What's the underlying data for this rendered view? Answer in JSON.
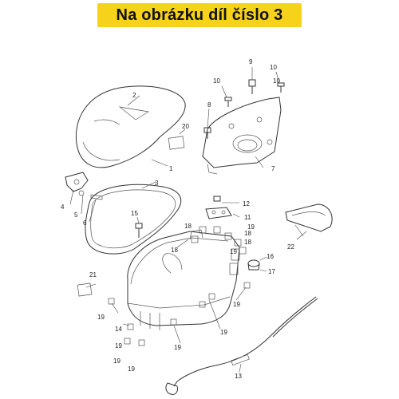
{
  "header": {
    "title": "Na obrázku díl číslo 3",
    "background": "#f7d21b"
  },
  "callouts": [
    {
      "id": "c9",
      "text": "9"
    },
    {
      "id": "c10a",
      "text": "10"
    },
    {
      "id": "c10b",
      "text": "10"
    },
    {
      "id": "c10c",
      "text": "10"
    },
    {
      "id": "c8",
      "text": "8"
    },
    {
      "id": "c2",
      "text": "2"
    },
    {
      "id": "c20",
      "text": "20"
    },
    {
      "id": "c1",
      "text": "1"
    },
    {
      "id": "c7",
      "text": "7"
    },
    {
      "id": "c3",
      "text": "3"
    },
    {
      "id": "c4",
      "text": "4"
    },
    {
      "id": "c5",
      "text": "5"
    },
    {
      "id": "c6",
      "text": "6"
    },
    {
      "id": "c12",
      "text": "12"
    },
    {
      "id": "c11",
      "text": "11"
    },
    {
      "id": "c15",
      "text": "15"
    },
    {
      "id": "c18a",
      "text": "18"
    },
    {
      "id": "c18b",
      "text": "18"
    },
    {
      "id": "c18c",
      "text": "18"
    },
    {
      "id": "c18d",
      "text": "18"
    },
    {
      "id": "c19a",
      "text": "19"
    },
    {
      "id": "c19b",
      "text": "19"
    },
    {
      "id": "c16",
      "text": "16"
    },
    {
      "id": "c17",
      "text": "17"
    },
    {
      "id": "c22",
      "text": "22"
    },
    {
      "id": "c21",
      "text": "21"
    },
    {
      "id": "c19c",
      "text": "19"
    },
    {
      "id": "c19d",
      "text": "19"
    },
    {
      "id": "c14",
      "text": "14"
    },
    {
      "id": "c19e",
      "text": "19"
    },
    {
      "id": "c19f",
      "text": "19"
    },
    {
      "id": "c19g",
      "text": "19"
    },
    {
      "id": "c19h",
      "text": "19"
    },
    {
      "id": "c19i",
      "text": "19"
    },
    {
      "id": "c13",
      "text": "13"
    }
  ]
}
